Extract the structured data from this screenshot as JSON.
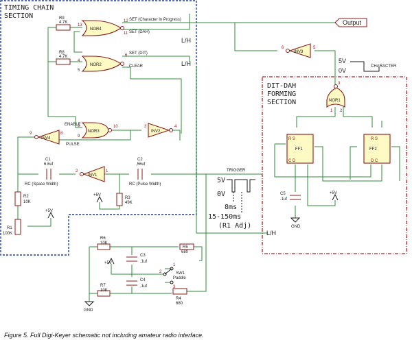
{
  "caption": "Figure 5. Full Digi-Keyer schematic not including amateur radio interface.",
  "sections": {
    "timing_chain": [
      "TIMING CHAIN",
      "SECTION"
    ],
    "dit_dah": [
      "DIT-DAH",
      "FORMING",
      "SECTION"
    ]
  },
  "gates": {
    "nor4": "NOR4",
    "nor2": "NOR2",
    "nor3": "NOR3",
    "inv2": "INV2",
    "inv4": "INV4",
    "inv1": "INV1",
    "inv3": "INV3",
    "nor1": "NOR1",
    "ff1": "FF1",
    "ff2": "FF2"
  },
  "components": {
    "r9": {
      "ref": "R9",
      "value": "4.7K"
    },
    "r8": {
      "ref": "R8",
      "value": "4.7K"
    },
    "r2": {
      "ref": "R2",
      "value": "10K"
    },
    "r1": {
      "ref": "R1",
      "value": "100K"
    },
    "r3": {
      "ref": "R3",
      "value": "49K"
    },
    "c1": {
      "ref": "C1",
      "value": "6.6uf"
    },
    "c2": {
      "ref": "C2",
      "value": ".56uf"
    },
    "c5": {
      "ref": "C5",
      "value": ".1uf"
    },
    "r6": {
      "ref": "R6",
      "value": "10K"
    },
    "r7": {
      "ref": "R7",
      "value": "10K"
    },
    "c3": {
      "ref": "C3",
      "value": ".1uf"
    },
    "c4": {
      "ref": "C4",
      "value": ".1uf"
    },
    "r5": {
      "ref": "R5",
      "value": "680"
    },
    "r4": {
      "ref": "R4",
      "value": "680"
    },
    "sw1": {
      "ref": "SW1",
      "value": "Paddle"
    }
  },
  "nets": {
    "set_char": "SET (Character In Progress)",
    "set_dah": "SET (DAH)",
    "set_dit": "SET (DIT)",
    "clear": "CLEAR",
    "enable": "ENABLE",
    "pulse": "PULSE",
    "trigger": "TRIGGER",
    "output": "Output",
    "lh1": "L/H",
    "lh2": "L/H",
    "lh3": "L/H",
    "rc_space": "RC (Space Width)",
    "rc_pulse": "RC (Pulse Width)",
    "character": "CHARACTER",
    "plus5v": "+5V",
    "gnd": "GND"
  },
  "waveforms": {
    "char_5v": "5V",
    "char_0v": "0V",
    "trig_5v": "5V",
    "trig_0v": "0V",
    "t1": "8ms",
    "t2": "15-150ms",
    "t3": "(R1 Adj)"
  },
  "pins": {
    "nor4_in1": "13",
    "nor4_in2": "12",
    "nor4_out": "11",
    "nor2_in1": "4",
    "nor2_in2": "5",
    "nor2_out": "6",
    "nor3_in1": "8",
    "nor3_in2": "9",
    "nor3_out": "10",
    "inv2_in": "3",
    "inv2_out": "4",
    "inv4_in": "8",
    "inv4_out": "9",
    "inv1_in": "2",
    "inv1_out": "1",
    "inv3_in": "5",
    "inv3_out": "6",
    "nor1_in1": "1",
    "nor1_in2": "2",
    "nor1_out": "3",
    "sw_1": "1",
    "sw_2": "2",
    "sw_3": "3"
  }
}
